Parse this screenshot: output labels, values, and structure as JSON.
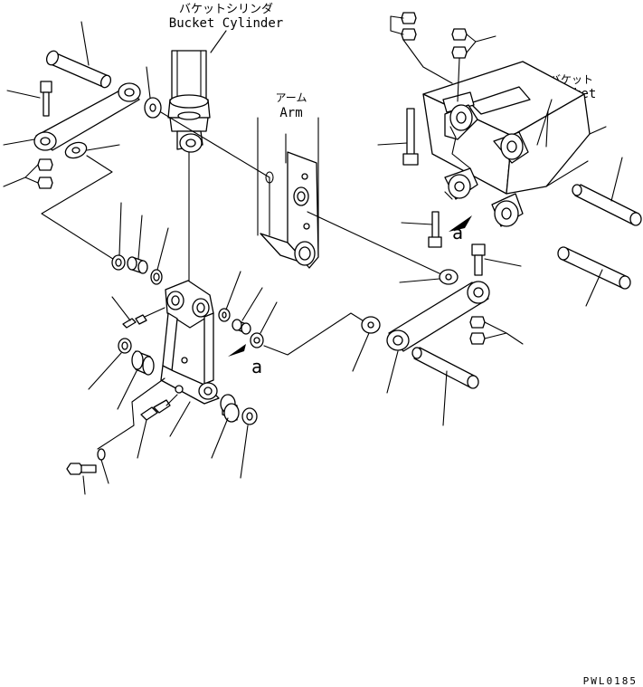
{
  "labels": {
    "bucket_cylinder_jp": "バケットシリンダ",
    "bucket_cylinder_en": "Bucket Cylinder",
    "arm_jp": "アーム",
    "arm_en": "Arm",
    "bucket_jp": "バケット",
    "bucket_en": "Bucket",
    "ref_a_center": "a",
    "ref_a_right": "a",
    "drawing_code": "PWL0185"
  }
}
